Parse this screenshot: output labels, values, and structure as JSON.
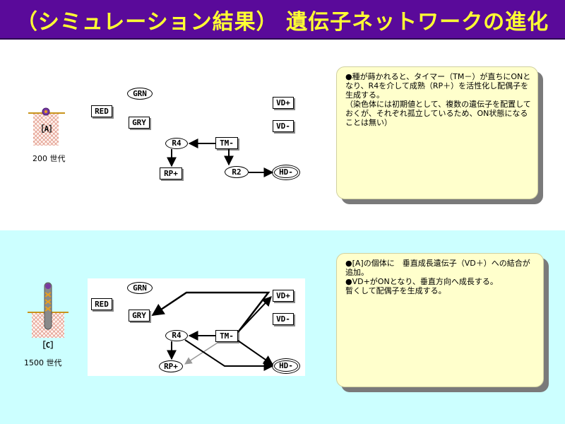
{
  "title": "（シミュレーション結果） 遺伝子ネットワークの進化",
  "top_panel": {
    "plant_label": "［A］",
    "generation": "200 世代",
    "nodes": {
      "grn": "GRN",
      "red": "RED",
      "gry": "GRY",
      "vd_plus": "VD+",
      "vd_minus": "VD-",
      "r4": "R4",
      "tm_minus": "TM-",
      "rp_plus": "RP+",
      "r2": "R2",
      "hd_minus": "HD-"
    },
    "note": [
      "●種が蒔かれると、タイマー（TM－）が直ちにONとなり、R4を介して成熟（RP＋）を活性化し配偶子を生成する。",
      "（染色体には初期値として、複数の遺伝子を配置しておくが、それぞれ孤立しているため、ON状態になることは無い）"
    ]
  },
  "bottom_panel": {
    "plant_label": "［C］",
    "generation": "1500 世代",
    "nodes": {
      "grn": "GRN",
      "red": "RED",
      "gry": "GRY",
      "vd_plus": "VD+",
      "vd_minus": "VD-",
      "r4": "R4",
      "tm_minus": "TM-",
      "rp_plus": "RP+",
      "hd_minus": "HD-"
    },
    "note": [
      "●[A]の個体に　垂直成長遺伝子（VD＋）への結合が追加。",
      "●VD+がONとなり、垂直方向へ成長する。",
      "暫くして配偶子を生成する。"
    ]
  },
  "colors": {
    "title_bg": "#5a0a9a",
    "title_text": "#ffff33",
    "bottom_bg": "#ccffff",
    "note_bg": "#ffffcc",
    "ground": "#c8941c",
    "plant_bud": "#7a3aa0",
    "plant_stem_marks": "#e8a020"
  }
}
